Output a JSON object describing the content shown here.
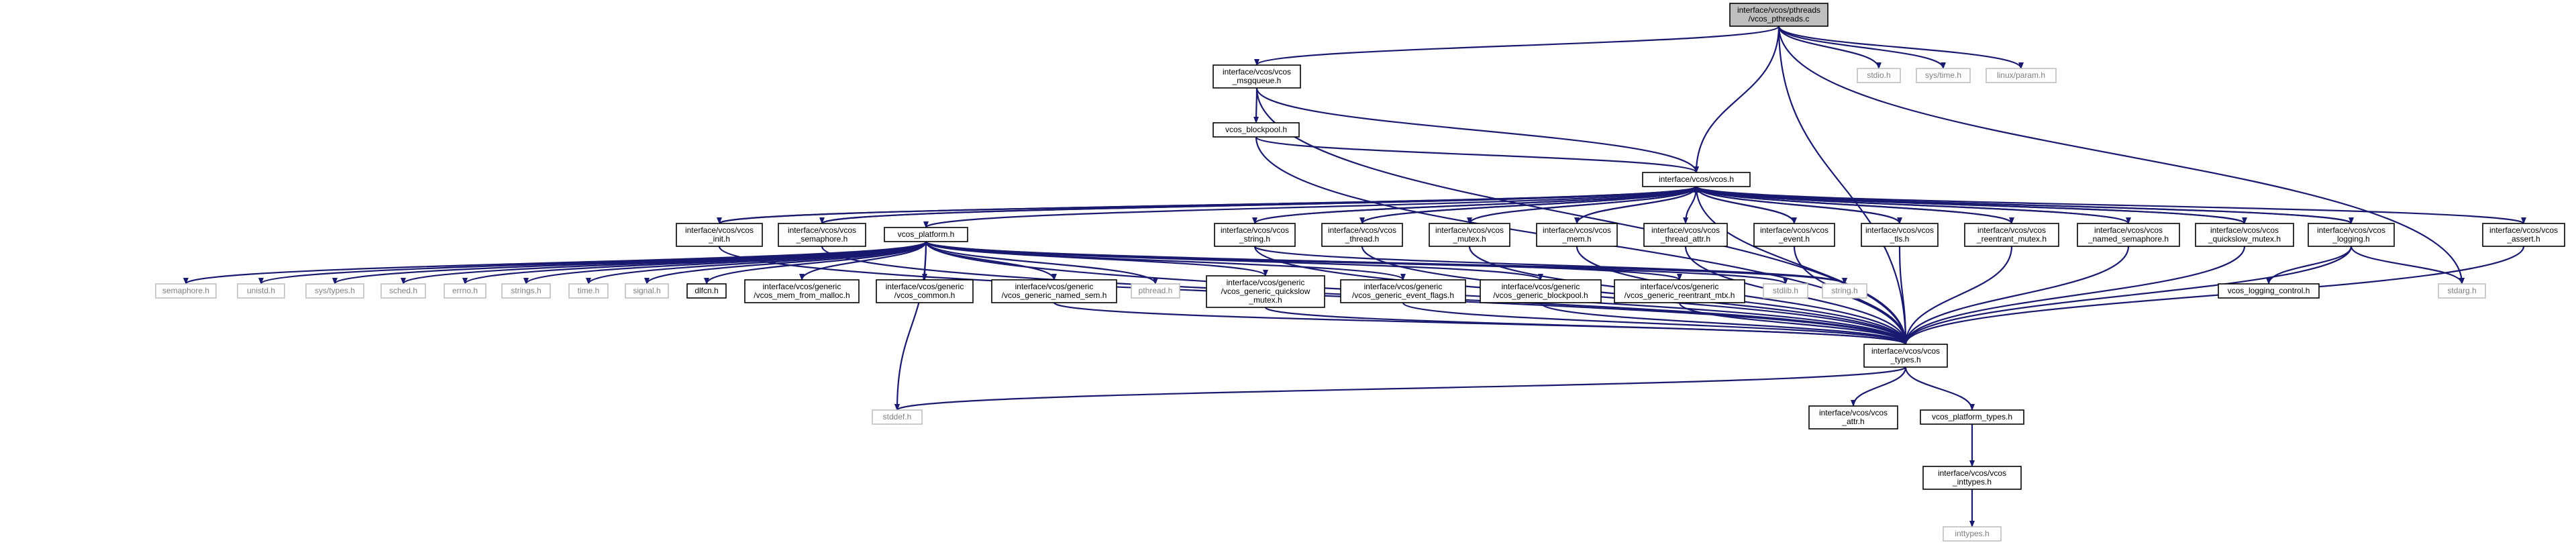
{
  "colors": {
    "root_fill": "#bfbfbf",
    "internal_border": "#000000",
    "external_border": "#bfbfbf",
    "external_text": "#7f7f7f",
    "edge": "#191970",
    "background": "#ffffff"
  },
  "nodes": [
    {
      "id": "root",
      "lines": [
        "interface/vcos/pthreads",
        "/vcos_pthreads.c"
      ],
      "kind": "root"
    },
    {
      "id": "msgqueue",
      "lines": [
        "interface/vcos/vcos",
        "_msgqueue.h"
      ],
      "kind": "internal"
    },
    {
      "id": "stdio",
      "lines": [
        "stdio.h"
      ],
      "kind": "external"
    },
    {
      "id": "systime",
      "lines": [
        "sys/time.h"
      ],
      "kind": "external"
    },
    {
      "id": "linuxparam",
      "lines": [
        "linux/param.h"
      ],
      "kind": "external"
    },
    {
      "id": "blockpool",
      "lines": [
        "vcos_blockpool.h"
      ],
      "kind": "internal"
    },
    {
      "id": "vcos",
      "lines": [
        "interface/vcos/vcos.h"
      ],
      "kind": "internal"
    },
    {
      "id": "init",
      "lines": [
        "interface/vcos/vcos",
        "_init.h"
      ],
      "kind": "internal"
    },
    {
      "id": "semaphore",
      "lines": [
        "interface/vcos/vcos",
        "_semaphore.h"
      ],
      "kind": "internal"
    },
    {
      "id": "platform",
      "lines": [
        "vcos_platform.h"
      ],
      "kind": "internal"
    },
    {
      "id": "string_h",
      "lines": [
        "interface/vcos/vcos",
        "_string.h"
      ],
      "kind": "internal"
    },
    {
      "id": "thread",
      "lines": [
        "interface/vcos/vcos",
        "_thread.h"
      ],
      "kind": "internal"
    },
    {
      "id": "mutex",
      "lines": [
        "interface/vcos/vcos",
        "_mutex.h"
      ],
      "kind": "internal"
    },
    {
      "id": "mem",
      "lines": [
        "interface/vcos/vcos",
        "_mem.h"
      ],
      "kind": "internal"
    },
    {
      "id": "thread_attr",
      "lines": [
        "interface/vcos/vcos",
        "_thread_attr.h"
      ],
      "kind": "internal"
    },
    {
      "id": "event",
      "lines": [
        "interface/vcos/vcos",
        "_event.h"
      ],
      "kind": "internal"
    },
    {
      "id": "tls",
      "lines": [
        "interface/vcos/vcos",
        "_tls.h"
      ],
      "kind": "internal"
    },
    {
      "id": "reentrant",
      "lines": [
        "interface/vcos/vcos",
        "_reentrant_mutex.h"
      ],
      "kind": "internal"
    },
    {
      "id": "named_sem",
      "lines": [
        "interface/vcos/vcos",
        "_named_semaphore.h"
      ],
      "kind": "internal"
    },
    {
      "id": "quickslow",
      "lines": [
        "interface/vcos/vcos",
        "_quickslow_mutex.h"
      ],
      "kind": "internal"
    },
    {
      "id": "logging",
      "lines": [
        "interface/vcos/vcos",
        "_logging.h"
      ],
      "kind": "internal"
    },
    {
      "id": "assert",
      "lines": [
        "interface/vcos/vcos",
        "_assert.h"
      ],
      "kind": "internal"
    },
    {
      "id": "semaphore_h",
      "lines": [
        "semaphore.h"
      ],
      "kind": "external"
    },
    {
      "id": "unistd",
      "lines": [
        "unistd.h"
      ],
      "kind": "external"
    },
    {
      "id": "systypes",
      "lines": [
        "sys/types.h"
      ],
      "kind": "external"
    },
    {
      "id": "sched",
      "lines": [
        "sched.h"
      ],
      "kind": "external"
    },
    {
      "id": "errno",
      "lines": [
        "errno.h"
      ],
      "kind": "external"
    },
    {
      "id": "strings",
      "lines": [
        "strings.h"
      ],
      "kind": "external"
    },
    {
      "id": "time",
      "lines": [
        "time.h"
      ],
      "kind": "external"
    },
    {
      "id": "signal",
      "lines": [
        "signal.h"
      ],
      "kind": "external"
    },
    {
      "id": "dlfcn",
      "lines": [
        "dlfcn.h"
      ],
      "kind": "internal"
    },
    {
      "id": "gen_mem",
      "lines": [
        "interface/vcos/generic",
        "/vcos_mem_from_malloc.h"
      ],
      "kind": "internal"
    },
    {
      "id": "gen_common",
      "lines": [
        "interface/vcos/generic",
        "/vcos_common.h"
      ],
      "kind": "internal"
    },
    {
      "id": "gen_named_sem",
      "lines": [
        "interface/vcos/generic",
        "/vcos_generic_named_sem.h"
      ],
      "kind": "internal"
    },
    {
      "id": "pthread",
      "lines": [
        "pthread.h"
      ],
      "kind": "external"
    },
    {
      "id": "gen_quickslow",
      "lines": [
        "interface/vcos/generic",
        "/vcos_generic_quickslow",
        "_mutex.h"
      ],
      "kind": "internal"
    },
    {
      "id": "gen_event_flags",
      "lines": [
        "interface/vcos/generic",
        "/vcos_generic_event_flags.h"
      ],
      "kind": "internal"
    },
    {
      "id": "gen_blockpool",
      "lines": [
        "interface/vcos/generic",
        "/vcos_generic_blockpool.h"
      ],
      "kind": "internal"
    },
    {
      "id": "gen_reentrant",
      "lines": [
        "interface/vcos/generic",
        "/vcos_generic_reentrant_mtx.h"
      ],
      "kind": "internal"
    },
    {
      "id": "stdlib",
      "lines": [
        "stdlib.h"
      ],
      "kind": "external"
    },
    {
      "id": "string",
      "lines": [
        "string.h"
      ],
      "kind": "external"
    },
    {
      "id": "logging_control",
      "lines": [
        "vcos_logging_control.h"
      ],
      "kind": "internal"
    },
    {
      "id": "stdarg",
      "lines": [
        "stdarg.h"
      ],
      "kind": "external"
    },
    {
      "id": "types",
      "lines": [
        "interface/vcos/vcos",
        "_types.h"
      ],
      "kind": "internal"
    },
    {
      "id": "stddef",
      "lines": [
        "stddef.h"
      ],
      "kind": "external"
    },
    {
      "id": "attr",
      "lines": [
        "interface/vcos/vcos",
        "_attr.h"
      ],
      "kind": "internal"
    },
    {
      "id": "platform_types",
      "lines": [
        "vcos_platform_types.h"
      ],
      "kind": "internal"
    },
    {
      "id": "inttypes_v",
      "lines": [
        "interface/vcos/vcos",
        "_inttypes.h"
      ],
      "kind": "internal"
    },
    {
      "id": "inttypes",
      "lines": [
        "inttypes.h"
      ],
      "kind": "external"
    }
  ],
  "edges": [
    [
      "root",
      "msgqueue"
    ],
    [
      "root",
      "stdio"
    ],
    [
      "root",
      "systime"
    ],
    [
      "root",
      "linuxparam"
    ],
    [
      "root",
      "vcos"
    ],
    [
      "root",
      "stdarg"
    ],
    [
      "root",
      "types"
    ],
    [
      "msgqueue",
      "blockpool"
    ],
    [
      "msgqueue",
      "vcos"
    ],
    [
      "msgqueue",
      "types"
    ],
    [
      "blockpool",
      "vcos"
    ],
    [
      "blockpool",
      "types"
    ],
    [
      "vcos",
      "init"
    ],
    [
      "vcos",
      "semaphore"
    ],
    [
      "vcos",
      "platform"
    ],
    [
      "vcos",
      "string_h"
    ],
    [
      "vcos",
      "thread"
    ],
    [
      "vcos",
      "mutex"
    ],
    [
      "vcos",
      "mem"
    ],
    [
      "vcos",
      "thread_attr"
    ],
    [
      "vcos",
      "event"
    ],
    [
      "vcos",
      "tls"
    ],
    [
      "vcos",
      "reentrant"
    ],
    [
      "vcos",
      "named_sem"
    ],
    [
      "vcos",
      "quickslow"
    ],
    [
      "vcos",
      "logging"
    ],
    [
      "vcos",
      "assert"
    ],
    [
      "vcos",
      "types"
    ],
    [
      "init",
      "vcos"
    ],
    [
      "init",
      "types"
    ],
    [
      "semaphore",
      "vcos"
    ],
    [
      "semaphore",
      "types"
    ],
    [
      "string_h",
      "vcos"
    ],
    [
      "string_h",
      "types"
    ],
    [
      "string_h",
      "string"
    ],
    [
      "thread",
      "vcos"
    ],
    [
      "thread",
      "types"
    ],
    [
      "mutex",
      "vcos"
    ],
    [
      "mutex",
      "types"
    ],
    [
      "mem",
      "vcos"
    ],
    [
      "mem",
      "types"
    ],
    [
      "thread_attr",
      "types"
    ],
    [
      "event",
      "vcos"
    ],
    [
      "event",
      "types"
    ],
    [
      "tls",
      "vcos"
    ],
    [
      "tls",
      "types"
    ],
    [
      "reentrant",
      "vcos"
    ],
    [
      "reentrant",
      "types"
    ],
    [
      "named_sem",
      "vcos"
    ],
    [
      "named_sem",
      "types"
    ],
    [
      "quickslow",
      "vcos"
    ],
    [
      "quickslow",
      "types"
    ],
    [
      "logging",
      "vcos"
    ],
    [
      "logging",
      "types"
    ],
    [
      "logging",
      "logging_control"
    ],
    [
      "logging",
      "stdarg"
    ],
    [
      "assert",
      "types"
    ],
    [
      "platform",
      "semaphore_h"
    ],
    [
      "platform",
      "unistd"
    ],
    [
      "platform",
      "systypes"
    ],
    [
      "platform",
      "sched"
    ],
    [
      "platform",
      "errno"
    ],
    [
      "platform",
      "strings"
    ],
    [
      "platform",
      "time"
    ],
    [
      "platform",
      "signal"
    ],
    [
      "platform",
      "dlfcn"
    ],
    [
      "platform",
      "gen_mem"
    ],
    [
      "platform",
      "gen_common"
    ],
    [
      "platform",
      "gen_named_sem"
    ],
    [
      "platform",
      "pthread"
    ],
    [
      "platform",
      "gen_quickslow"
    ],
    [
      "platform",
      "gen_event_flags"
    ],
    [
      "platform",
      "gen_blockpool"
    ],
    [
      "platform",
      "gen_reentrant"
    ],
    [
      "platform",
      "stdlib"
    ],
    [
      "platform",
      "string"
    ],
    [
      "platform",
      "stddef"
    ],
    [
      "platform",
      "types"
    ],
    [
      "gen_named_sem",
      "types"
    ],
    [
      "gen_quickslow",
      "types"
    ],
    [
      "gen_event_flags",
      "types"
    ],
    [
      "gen_blockpool",
      "types"
    ],
    [
      "gen_reentrant",
      "types"
    ],
    [
      "types",
      "stddef"
    ],
    [
      "types",
      "attr"
    ],
    [
      "types",
      "platform_types"
    ],
    [
      "platform_types",
      "inttypes_v"
    ],
    [
      "inttypes_v",
      "inttypes"
    ]
  ]
}
